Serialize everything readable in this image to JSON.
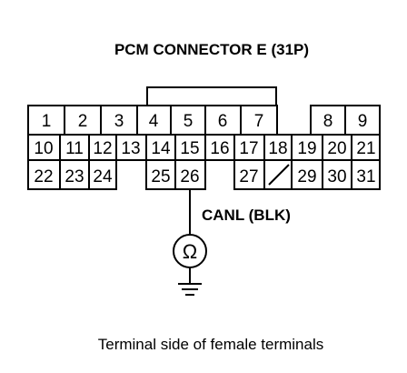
{
  "diagram": {
    "title": "PCM CONNECTOR E (31P)",
    "wire_label": "CANL (BLK)",
    "meter_symbol": "Ω",
    "caption": "Terminal side of female terminals",
    "cavities": {
      "c1": "1",
      "c2": "2",
      "c3": "3",
      "c4": "4",
      "c5": "5",
      "c6": "6",
      "c7": "7",
      "c8": "8",
      "c9": "9",
      "c10": "10",
      "c11": "11",
      "c12": "12",
      "c13": "13",
      "c14": "14",
      "c15": "15",
      "c16": "16",
      "c17": "17",
      "c18": "18",
      "c19": "19",
      "c20": "20",
      "c21": "21",
      "c22": "22",
      "c23": "23",
      "c24": "24",
      "c25": "25",
      "c26": "26",
      "c27": "27",
      "c29": "29",
      "c30": "30",
      "c31": "31"
    },
    "icons": {
      "ohmmeter": "ohmmeter-icon",
      "ground": "ground-icon",
      "unused_cavity": "slash-mark"
    }
  }
}
